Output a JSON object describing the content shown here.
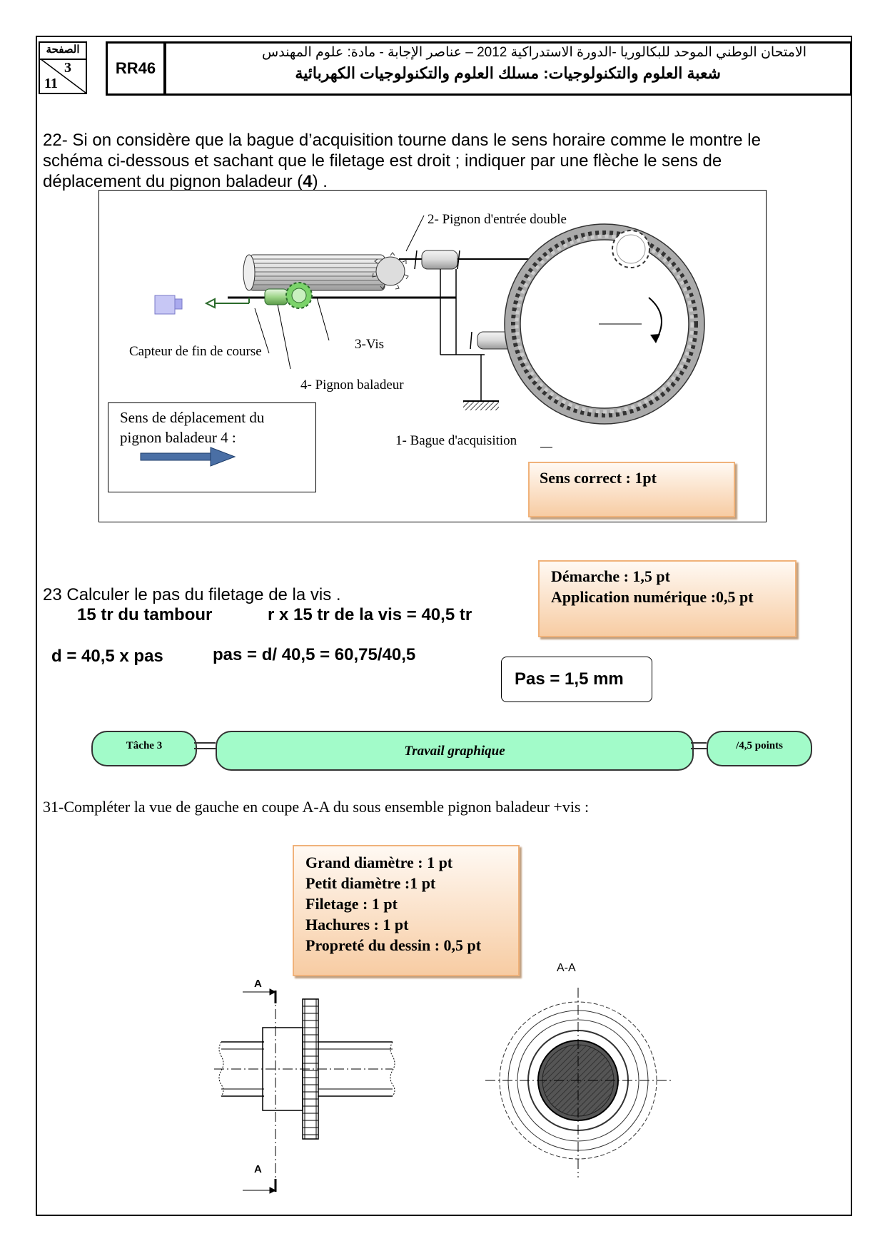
{
  "header": {
    "page_label": "الصفحة",
    "page_number": "3",
    "page_total": "11",
    "code": "RR46",
    "line1": "الامتحان الوطني الموحد للبكالوريا -الدورة الاستدراكية 2012 – عناصر الإجابة - مادة: علوم المهندس",
    "line2": "شعبة العلوم والتكنولوجيات: مسلك العلوم والتكنولوجيات الكهربائية"
  },
  "q22": {
    "line1": "22- Si on considère que la bague d’acquisition tourne dans le sens horaire comme le montre le",
    "line2": "schéma ci-dessous et sachant que le filetage est droit ; indiquer par une flèche le sens de",
    "line3_a": "déplacement du pignon baladeur (",
    "line3_b": "4",
    "line3_c": ") ."
  },
  "diagram1": {
    "label_pignon_entree": "2- Pignon d'entrée double",
    "label_capteur": "Capteur de fin de course",
    "label_vis": "3-Vis",
    "label_pignon_baladeur": "4- Pignon baladeur",
    "label_bague": "1- Bague d'acquisition",
    "answer_box_line1": "Sens de déplacement du",
    "answer_box_line2": "pignon baladeur 4 :",
    "score_note": "Sens correct : 1pt",
    "arrow_color": "#4a6fa5"
  },
  "q23": {
    "question": "23 Calculer le pas du filetage de la vis .",
    "calc_line1_a": "15 tr du tambour",
    "calc_line1_b": "r x 15 tr de la vis  = 40,5 tr",
    "calc_line2_a": "d = 40,5 x pas",
    "calc_line2_b": "pas =  d/ 40,5  = 60,75/40,5",
    "score_line1": "Démarche  : 1,5 pt",
    "score_line2": "Application numérique :0,5 pt",
    "result": "Pas = 1,5 mm"
  },
  "task3": {
    "label": "Tâche 3",
    "title": "Travail graphique",
    "points": "/4,5 points",
    "color": "#a2fbc9"
  },
  "q31": {
    "question": "31-Compléter la vue de gauche en coupe A-A du sous ensemble pignon baladeur +vis  :",
    "score_lines": [
      "Grand diamètre  : 1 pt",
      "Petit diamètre  :1 pt",
      "Filetage : 1 pt",
      "Hachures : 1 pt",
      "Propreté du dessin : 0,5 pt"
    ],
    "section_label_top": "A",
    "section_label_bottom": "A",
    "view_label": "A-A"
  }
}
